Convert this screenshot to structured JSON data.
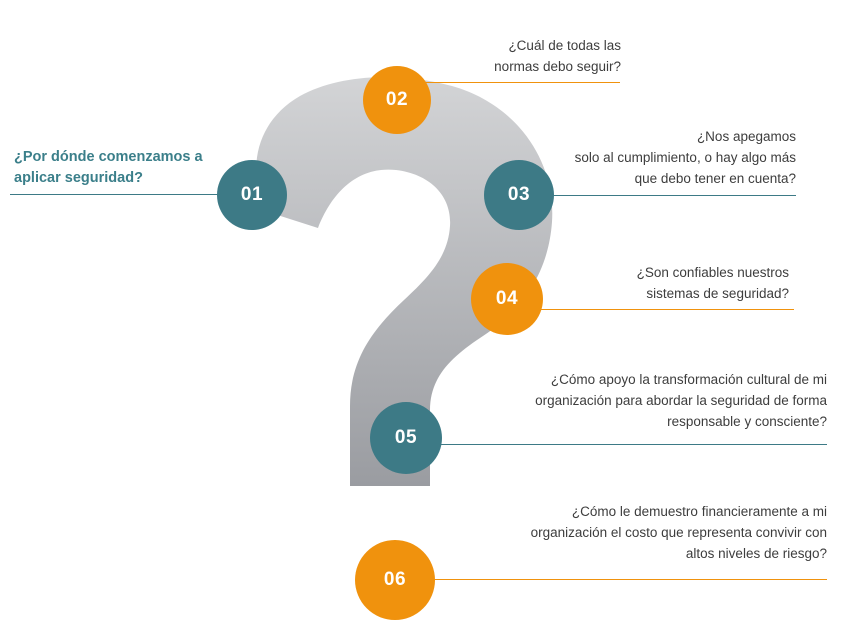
{
  "colors": {
    "orange": "#f0920d",
    "teal": "#3d7a86",
    "question_mark_gradient": [
      "#d3d4d6",
      "#9a9ca1"
    ]
  },
  "items": [
    {
      "number": "01",
      "color": "teal",
      "lines": [
        "¿Por dónde comenzamos a",
        "aplicar seguridad?"
      ]
    },
    {
      "number": "02",
      "color": "orange",
      "lines": [
        "¿Cuál de todas las",
        "normas debo seguir?"
      ]
    },
    {
      "number": "03",
      "color": "teal",
      "lines": [
        "¿Nos apegamos",
        "solo al cumplimiento, o hay algo más",
        "que debo tener en cuenta?"
      ]
    },
    {
      "number": "04",
      "color": "orange",
      "lines": [
        "¿Son confiables nuestros",
        "sistemas de seguridad?"
      ]
    },
    {
      "number": "05",
      "color": "teal",
      "lines": [
        "¿Cómo apoyo la transformación cultural de mi",
        "organización para abordar la seguridad de forma",
        "responsable y consciente?"
      ]
    },
    {
      "number": "06",
      "color": "orange",
      "lines": [
        "¿Cómo le demuestro financieramente a mi",
        "organización el costo que representa convivir con",
        "altos niveles de riesgo?"
      ]
    }
  ]
}
